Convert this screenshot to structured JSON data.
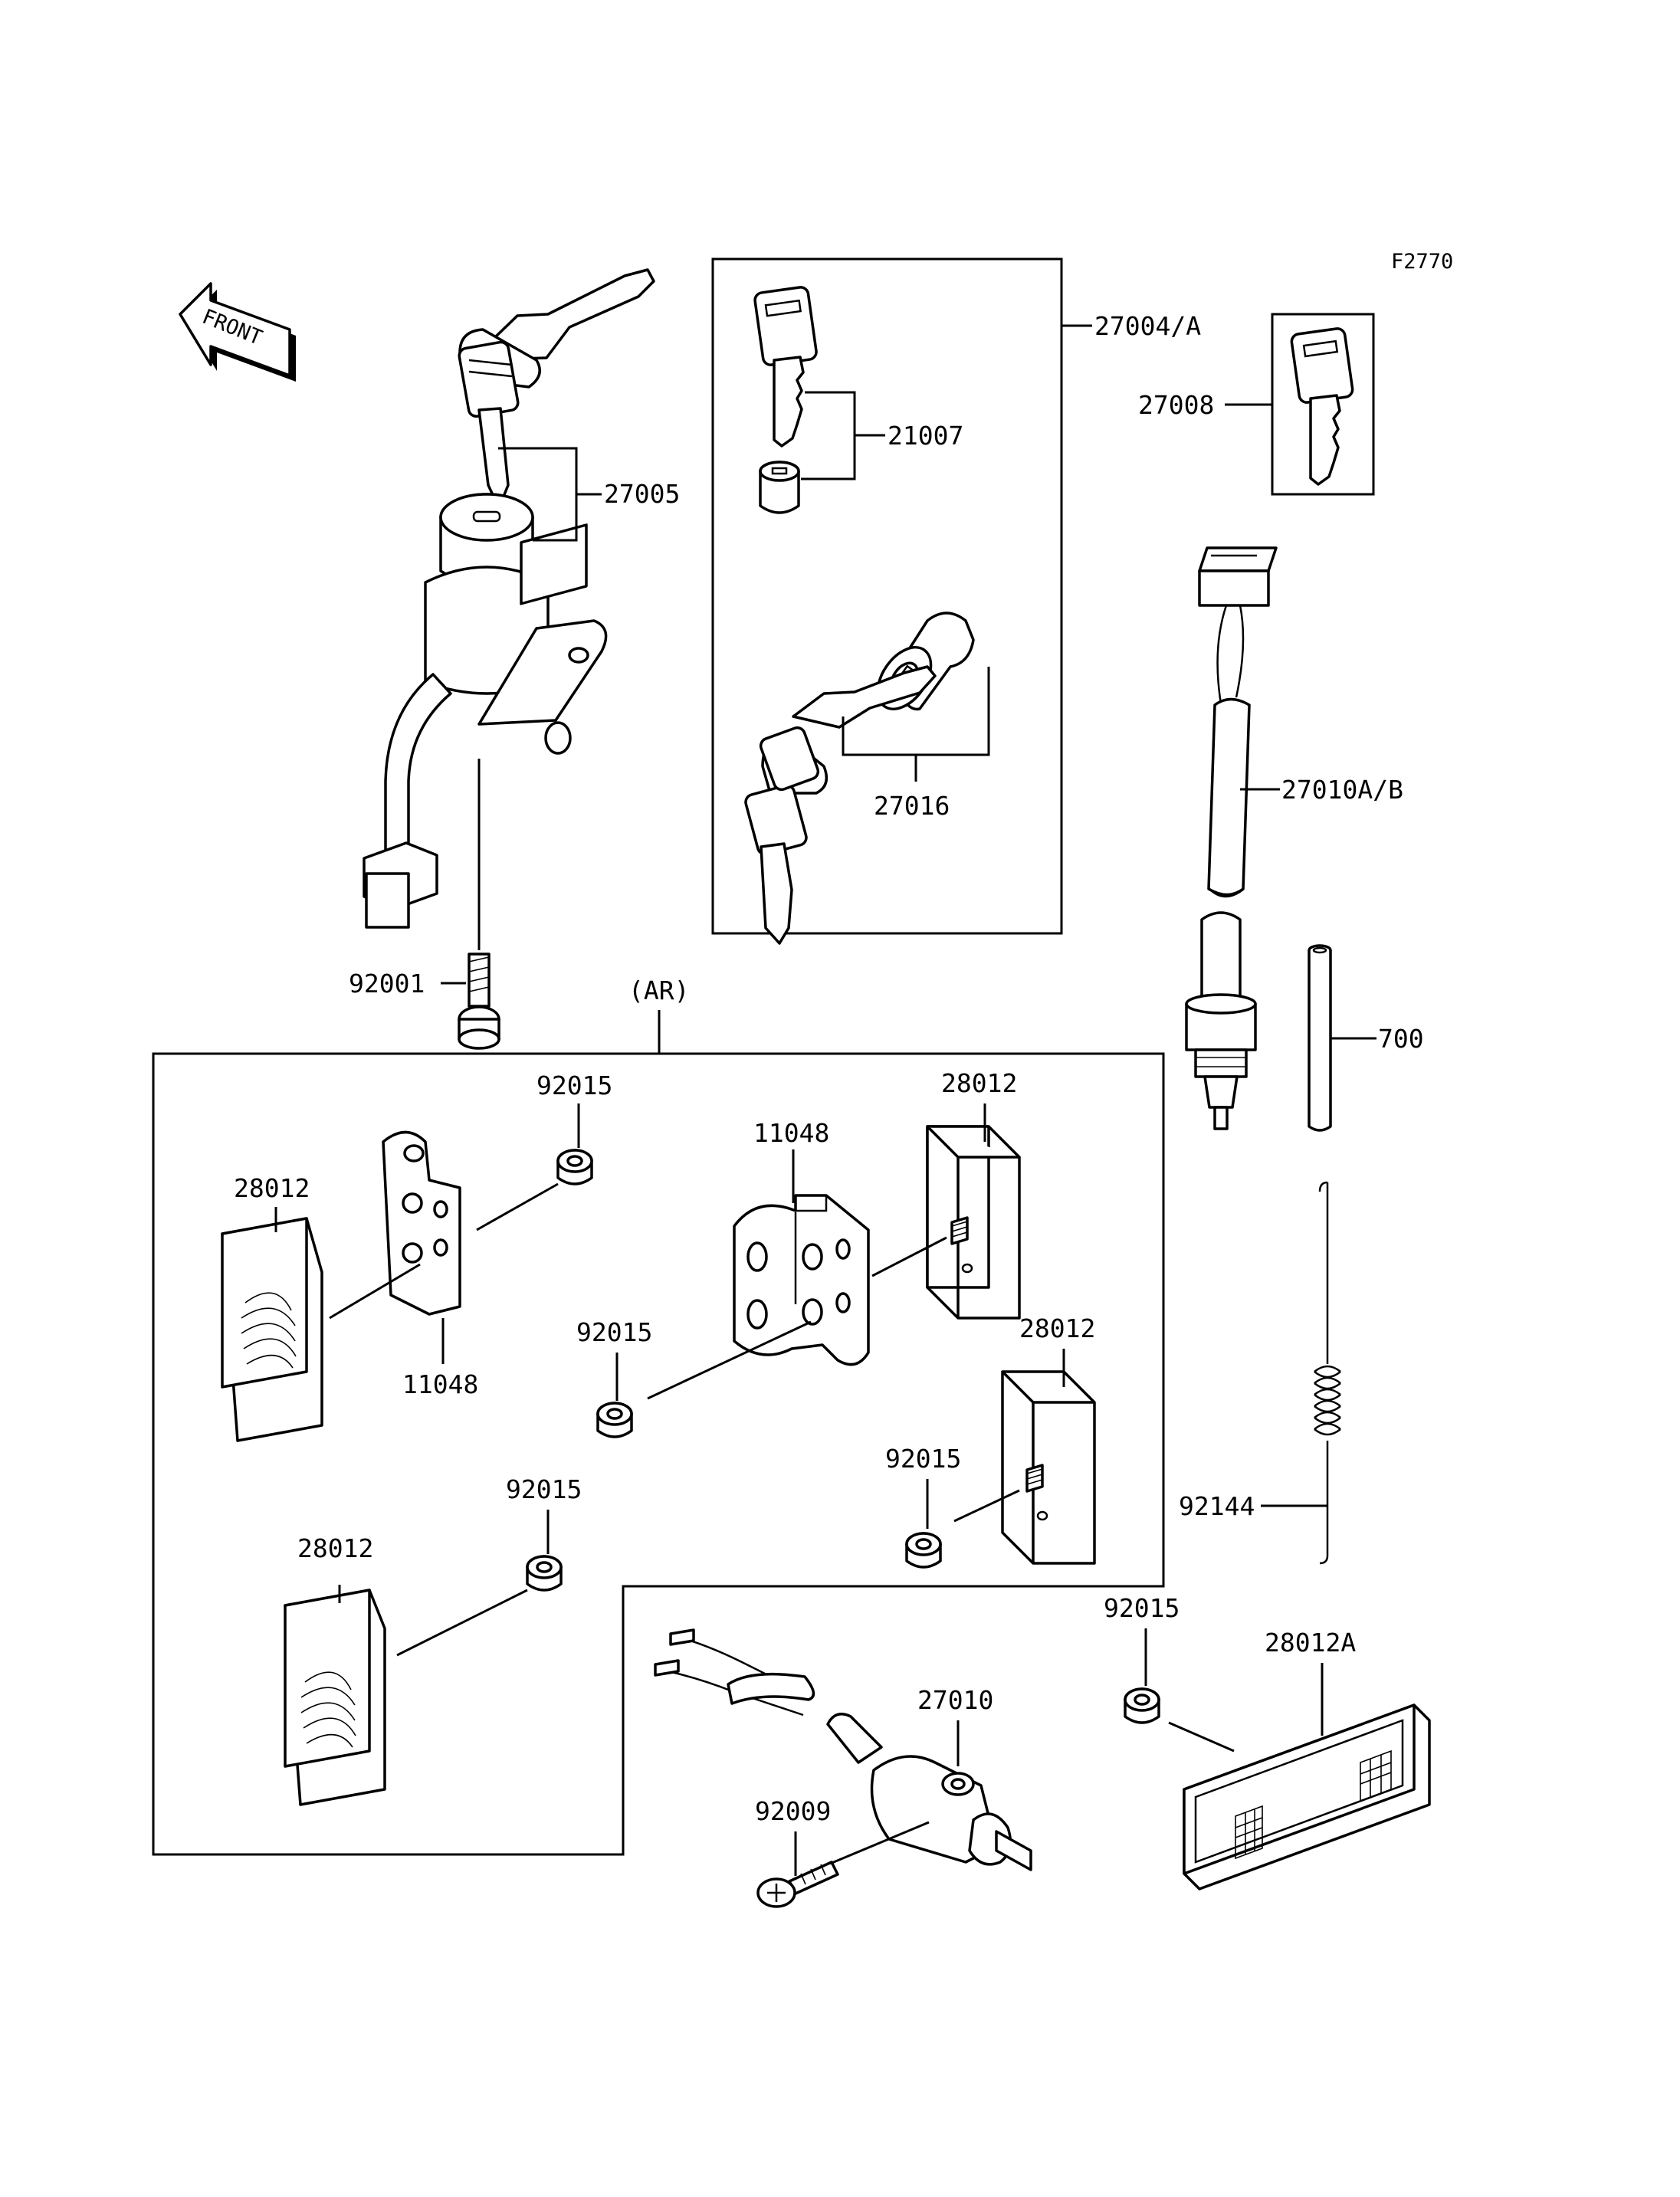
{
  "figure_code": "F2770",
  "front_arrow": {
    "label": "FRONT"
  },
  "group_label": "(AR)",
  "callouts": {
    "c_27005": "27005",
    "c_92001": "92001",
    "c_27004A": "27004/A",
    "c_21007": "21007",
    "c_27016": "27016",
    "c_27008": "27008",
    "c_27010AB": "27010A/B",
    "c_700": "700",
    "c_92144": "92144",
    "c_92015_a": "92015",
    "c_28012_a": "28012",
    "c_11048_a": "11048",
    "c_11048_b": "11048",
    "c_28012_b": "28012",
    "c_92015_b": "92015",
    "c_28012_c": "28012",
    "c_92015_c": "92015",
    "c_92015_d": "92015",
    "c_28012_d": "28012",
    "c_27010": "27010",
    "c_92009": "92009",
    "c_92015_e": "92015",
    "c_28012A": "28012A"
  }
}
